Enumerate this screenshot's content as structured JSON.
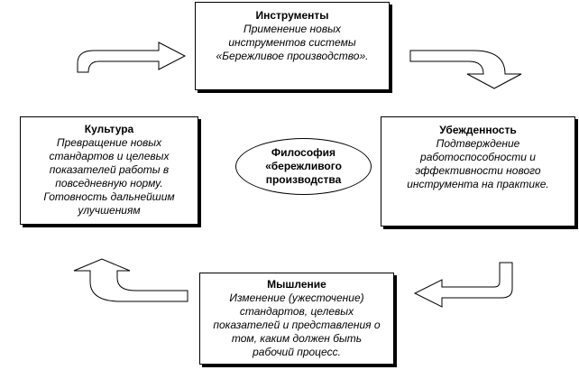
{
  "boxes": {
    "tools": {
      "title": "Инструменты",
      "body": "Применение новых\nинструментов системы\n«Бережливое производство»."
    },
    "culture": {
      "title": "Культура",
      "body": "Превращение новых\nстандартов и целевых\nпоказателей работы в\nповседневную норму.\nГотовность дальнейшим\nулучшениям"
    },
    "conviction": {
      "title": "Убежденность",
      "body": "Подтверждение\nработоспособности и\nэффективности нового\nинструмента на практике."
    },
    "thinking": {
      "title": "Мышление",
      "body": "Изменение (ужесточение)\nстандартов, целевых\nпоказателей и представления о\nтом, каким должен быть\nрабочий процесс."
    }
  },
  "center": {
    "label": "Философия\n«бережливого\nпроизводства"
  }
}
